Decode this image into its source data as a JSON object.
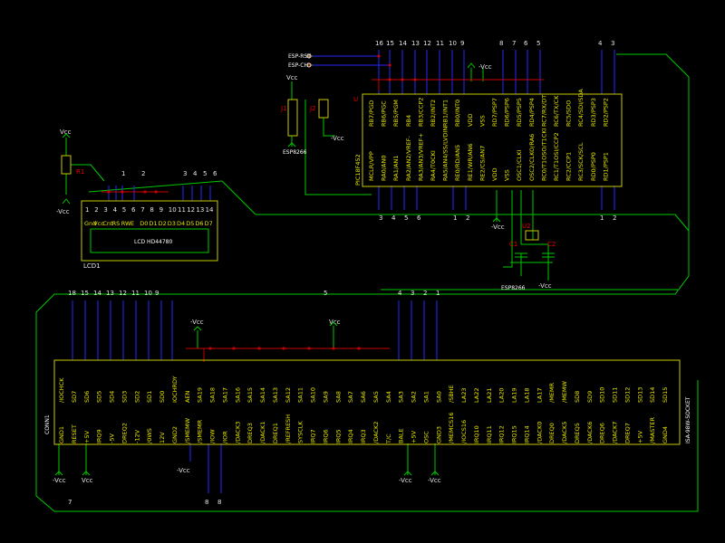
{
  "colors": {
    "background": "#000000",
    "wire": "#00c800",
    "bus": "#2828ff",
    "net": "#c80000",
    "label": "#e6e6e6",
    "pin_label": "#e6e600"
  },
  "labels": {
    "vcc": "Vcc",
    "neg_vcc": "-Vcc",
    "r1": "R1",
    "j1": "J1",
    "j2": "J2",
    "j1_name": "ESP8266",
    "u1_ref": "U",
    "u1_name": "PIC18F452",
    "u2_ref": "U2",
    "c1": "C1",
    "c2": "C2",
    "crystal_name": "ESP8266",
    "lcd_text": "LCD HD44780",
    "lcd_ref": "LCD1",
    "conn_ref": "CONN1",
    "isa_name": "ISA-98W-SOCKET",
    "esp_rst": "ESP-RST",
    "esp_ch": "ESP-CH"
  },
  "lcd_pins": [
    "Gnd",
    "Vcc",
    "Cnt",
    "RS",
    "RW",
    "E",
    "D0",
    "D1",
    "D2",
    "D3",
    "D4",
    "D5",
    "D6",
    "D7"
  ],
  "lcd_pin_nums": [
    "1",
    "2",
    "3",
    "4",
    "5",
    "6",
    "7",
    "8",
    "9",
    "10",
    "11",
    "12",
    "13",
    "14"
  ],
  "lcd_bus_nums": [
    "1",
    "2",
    "3",
    "4",
    "5",
    "6"
  ],
  "pic_top_nums": [
    "16",
    "15",
    "14",
    "13",
    "12",
    "11",
    "10",
    "9",
    "8",
    "7",
    "6",
    "5",
    "4",
    "3"
  ],
  "pic_top_pins": [
    "RB7/PGD",
    "RB6/PGC",
    "RB5/PGM",
    "RB4",
    "RB3/CCP2",
    "RB2/INT2",
    "RB1/INT1",
    "RB0/INT0",
    "VDD",
    "VSS",
    "RD7/PSP7",
    "RD6/PSP6",
    "RD5/PSP5",
    "RD4/PSP4",
    "RC7/RX/DT",
    "RC6/TX/CK",
    "RC5/SDO",
    "RC4/SDI/SDA",
    "RD3/PSP3",
    "RD2/PSP2"
  ],
  "pic_bottom_pins": [
    "MCLR/VPP",
    "RA0/AN0",
    "RA1/AN1",
    "RA2/AN2/VREF-",
    "RA3/AN3/VREF+",
    "RA4/T0CKI",
    "RA5/AN4/SS/LVDIN",
    "RE0/RD/AN5",
    "RE1/WR/AN6",
    "RE2/CS/AN7",
    "VDD",
    "VSS",
    "OSC1/CLKI",
    "OSC2/CLKO/RA6",
    "RC0/T1OSO/T1CKI",
    "RC1/T1OSI/CCP2",
    "RC2/CCP1",
    "RC3/SCK/SCL",
    "RD0/PSP0",
    "RD1/PSP1"
  ],
  "pic_bottom_nums": [
    "3",
    "4",
    "5",
    "6",
    "1",
    "2",
    "1",
    "2"
  ],
  "isa_top_pins": [
    "/IOCHCK",
    "SD7",
    "SD6",
    "SD5",
    "SD4",
    "SD3",
    "SD2",
    "SD1",
    "SD0",
    "IOCHRDY",
    "AEN",
    "SA19",
    "SA18",
    "SA17",
    "SA16",
    "SA15",
    "SA14",
    "SA13",
    "SA12",
    "SA11",
    "SA10",
    "SA9",
    "SA8",
    "SA7",
    "SA6",
    "SA5",
    "SA4",
    "SA3",
    "SA2",
    "SA1",
    "SA0",
    "/SBHE",
    "LA23",
    "LA22",
    "LA21",
    "LA20",
    "LA19",
    "LA18",
    "LA17",
    "/MEMR",
    "/MEMW",
    "SD8",
    "SD9",
    "SD10",
    "SD11",
    "SD12",
    "SD13",
    "SD14",
    "SD15"
  ],
  "isa_bottom_pins": [
    "GND1",
    "RESET",
    "+5V",
    "IRQ9",
    "-5V",
    "DREQ2",
    "-12V",
    "/0WS",
    "12V",
    "GND2",
    "/SMEMW",
    "/SMEMR",
    "/IOW",
    "/IOR",
    "/DACK3",
    "DREQ3",
    "/DACK1",
    "DREQ1",
    "/REFRESH",
    "SYSCLK",
    "IRQ7",
    "IRQ6",
    "IRQ5",
    "IRQ4",
    "IRQ3",
    "/DACK2",
    "T/C",
    "BALE",
    "+5V",
    "OSC",
    "GND3",
    "/MEMCS16",
    "/IOCS16",
    "IRQ10",
    "IRQ11",
    "IRQ12",
    "IRQ15",
    "IRQ14",
    "/DACK0",
    "DREQ0",
    "/DACK5",
    "DREQ5",
    "/DACK6",
    "DREQ6",
    "/DACK7",
    "DREQ7",
    "+5V",
    "/MASTER",
    "GND4"
  ],
  "isa_top_bus_nums": [
    "18",
    "15",
    "14",
    "13",
    "12",
    "11",
    "10",
    "9",
    "5",
    "4",
    "3",
    "2",
    "1"
  ],
  "isa_bottom_bus_nums": [
    "7",
    "8",
    "8"
  ]
}
